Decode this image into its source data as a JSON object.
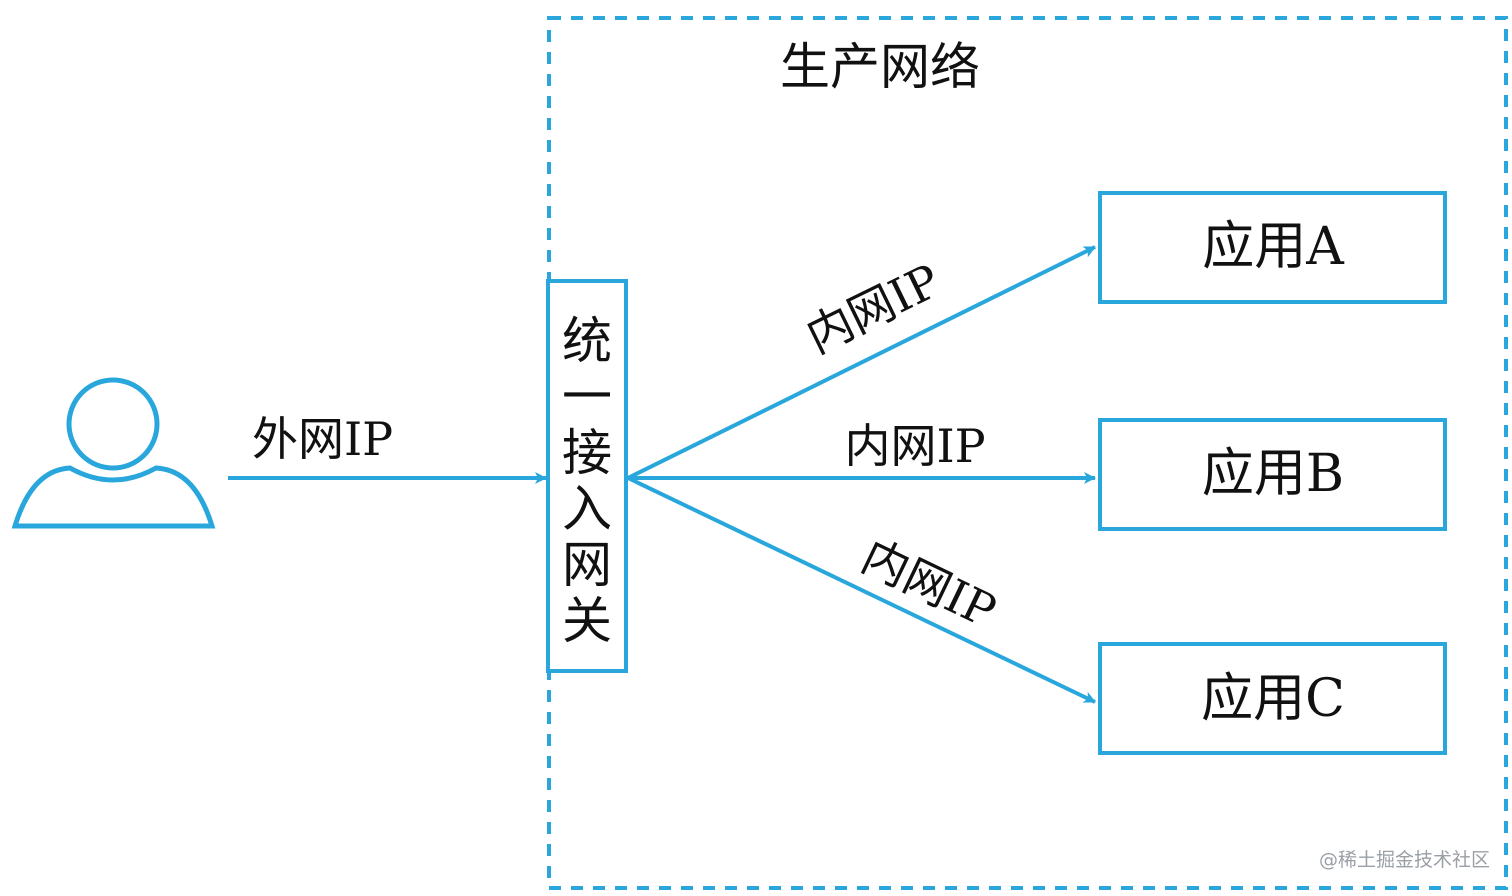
{
  "zone": {
    "title": "生产网络"
  },
  "user": {
    "icon": "user-icon"
  },
  "external_edge": {
    "label": "外网IP"
  },
  "gateway": {
    "label": "统一接入网关",
    "chars": [
      "统",
      "一",
      "接",
      "入",
      "网",
      "关"
    ]
  },
  "internal_edges": [
    {
      "label": "内网IP",
      "target": "应用A"
    },
    {
      "label": "内网IP",
      "target": "应用B"
    },
    {
      "label": "内网IP",
      "target": "应用C"
    }
  ],
  "apps": [
    {
      "label": "应用A"
    },
    {
      "label": "应用B"
    },
    {
      "label": "应用C"
    }
  ],
  "watermark": "@稀土掘金技术社区",
  "colors": {
    "stroke": "#29a7dc",
    "text": "#111111",
    "background": "#ffffff",
    "watermark": "#9aa0a6"
  }
}
